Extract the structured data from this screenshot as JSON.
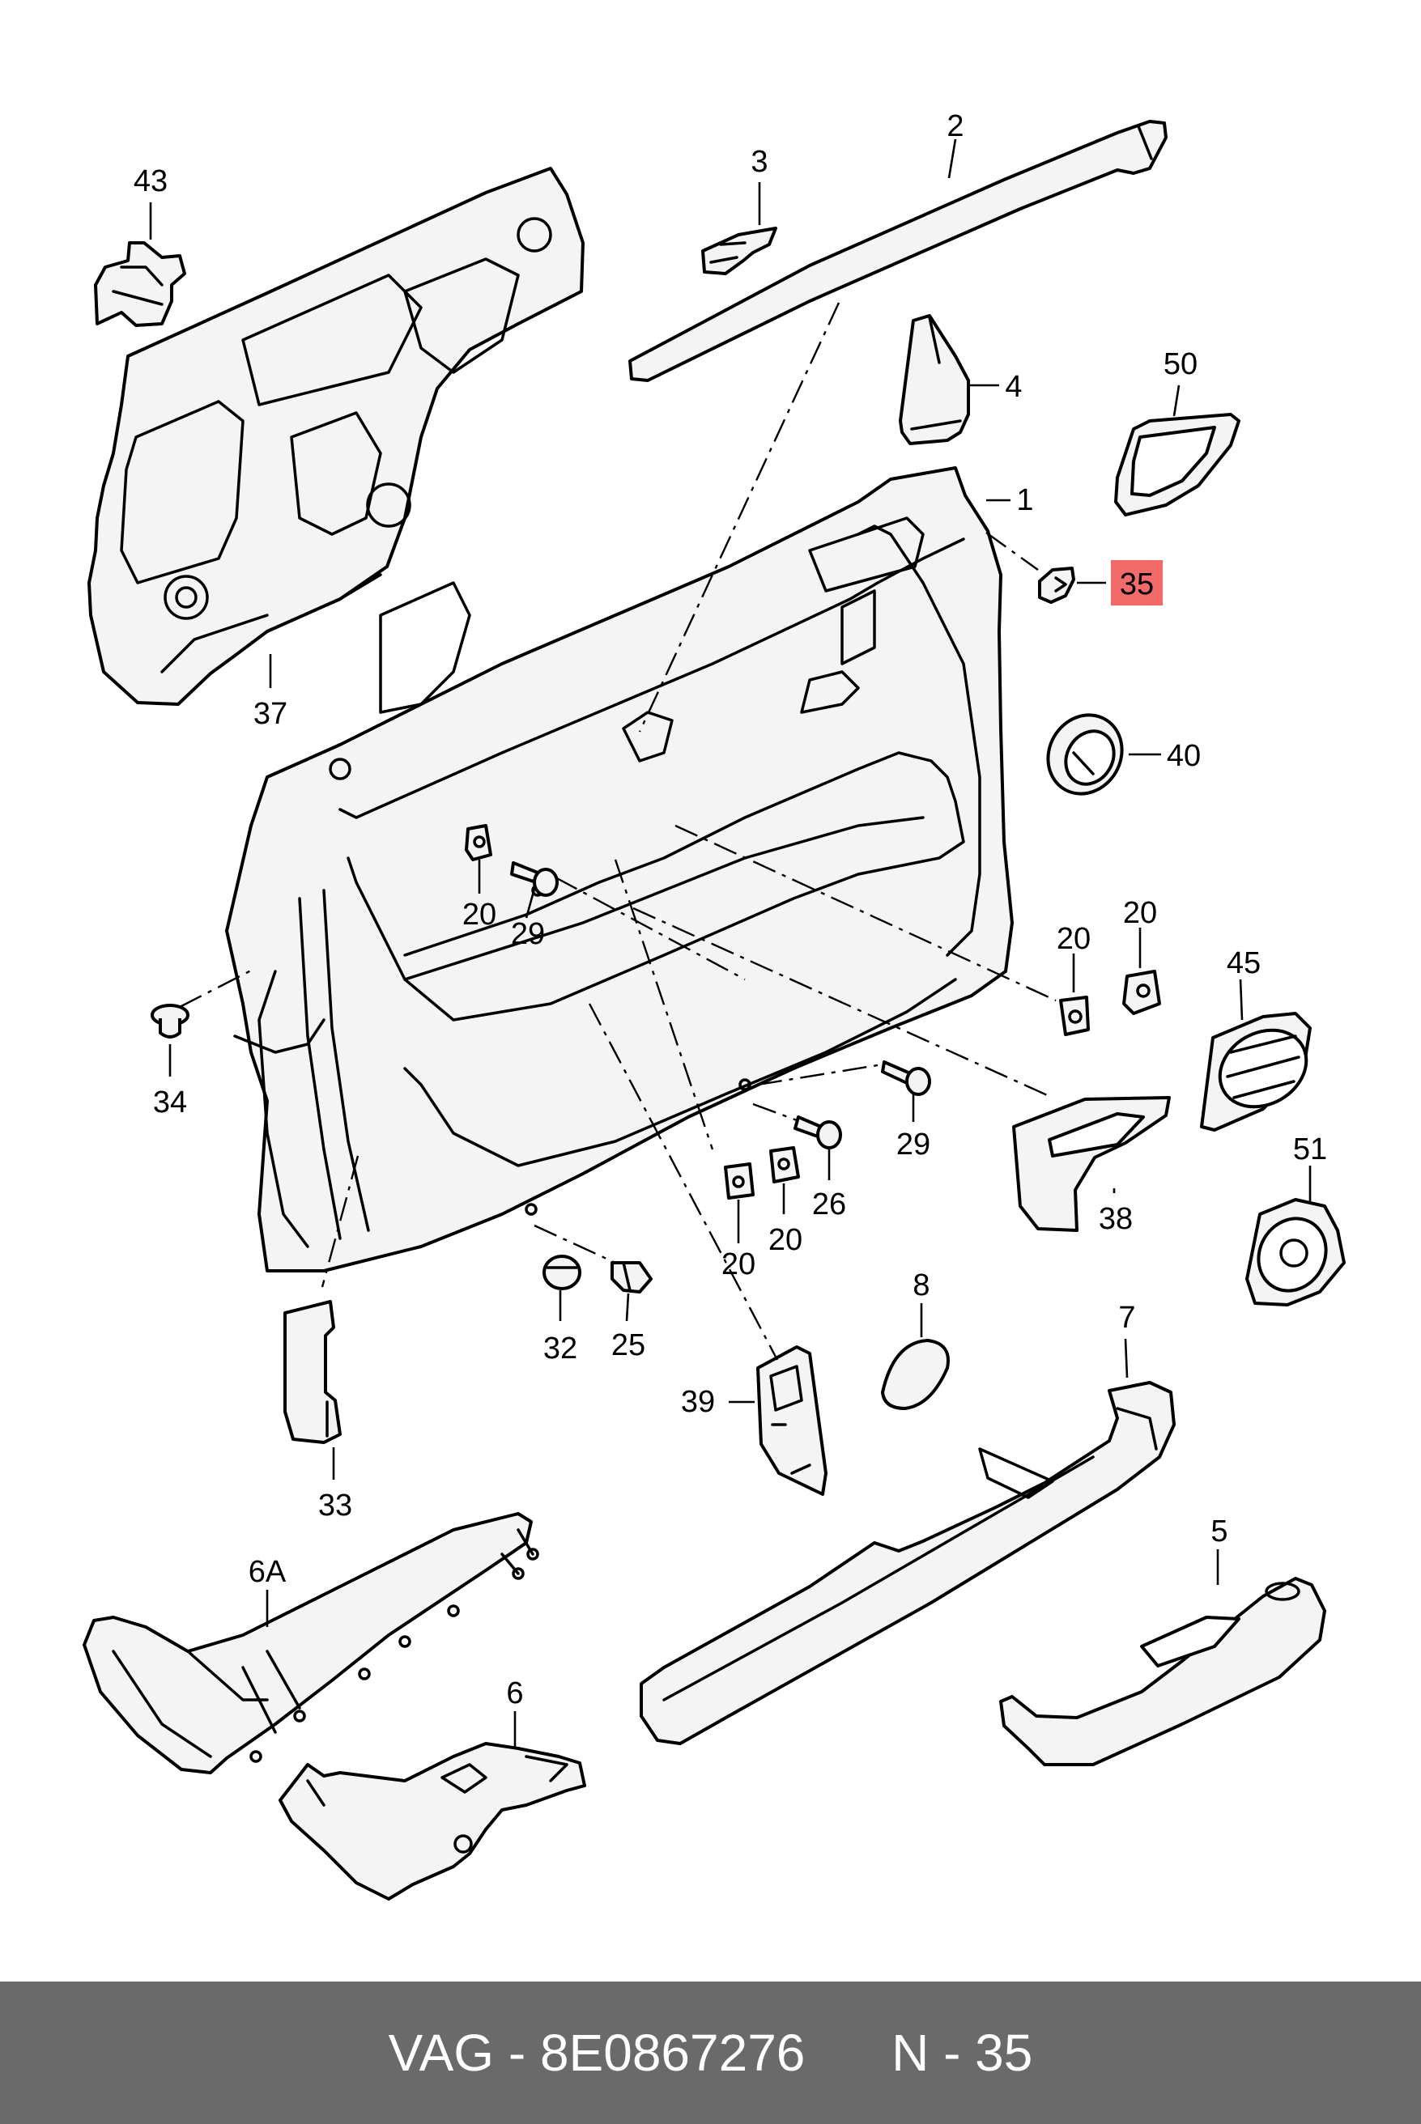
{
  "callouts": {
    "c43": "43",
    "c37": "37",
    "c3": "3",
    "c2": "2",
    "c4": "4",
    "c50": "50",
    "c1": "1",
    "c35": "35",
    "c40": "40",
    "c20a": "20",
    "c29a": "29",
    "c20b": "20",
    "c20c": "20",
    "c45": "45",
    "c34": "34",
    "c29b": "29",
    "c26": "26",
    "c20d": "20",
    "c20e": "20",
    "c38": "38",
    "c51": "51",
    "c32": "32",
    "c25": "25",
    "c8": "8",
    "c7": "7",
    "c39": "39",
    "c33": "33",
    "c6A": "6A",
    "c5": "5",
    "c6": "6"
  },
  "highlight": {
    "part": "35",
    "color": "#f26a6a"
  },
  "footer": {
    "brand": "VAG",
    "separator1": " - ",
    "part_number": "8E0867276",
    "page_prefix": "N",
    "separator2": " - ",
    "page_number": "35",
    "background": "#6a6a6a",
    "text_color": "#ffffff"
  }
}
